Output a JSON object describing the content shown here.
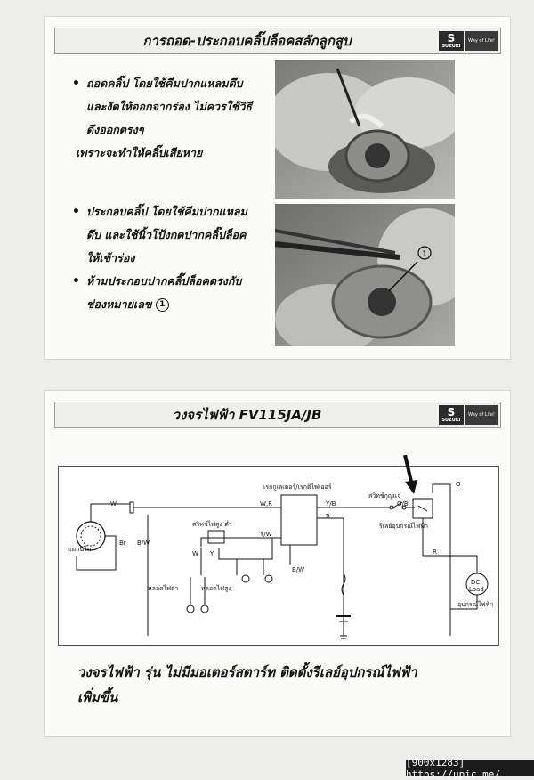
{
  "slide_top": {
    "title": "การถอด-ประกอบคลิ๊ปล็อคสลักลูกสูบ",
    "brand": "SUZUKI",
    "tagline": "Way of Life!",
    "bullets": [
      {
        "lines": [
          "ถอดคลิ๊ป โดยใช้คีมปากแหลมดึบ",
          "และงัดให้ออกจากร่อง ไม่ควรใช้วิธี",
          "ดึงออกตรงๆ",
          "เพราะจะทำให้คลิ๊ปเสียหาย"
        ]
      },
      {
        "lines": [
          "ประกอบคลิ๊ป โดยใช้คีมปากแหลม",
          "ดึบ และใช้นิ้วโป้งกดปากคลิ๊ปล็อค",
          "ให้เข้าร่อง"
        ]
      },
      {
        "lines": [
          "ห้ามประกอบปากคลิ๊ปล็อคตรงกับ",
          "ช่องหมายเลข"
        ]
      }
    ],
    "marker": "1"
  },
  "slide_bottom": {
    "title": "วงจรไฟฟ้า FV115JA/JB",
    "brand": "SUZUKI",
    "tagline": "Way of Life!",
    "diagram": {
      "magneto": "แมกนีโต",
      "regulator": "เรกกูเลเตอร์/เรกติไฟเออร์",
      "brake_switch": "สวิทช์ไฟสูง-ต่ำ",
      "main_switch": "สวิทช์กุญแจ",
      "relay": "รีเลย์อุปกรณ์ไฟฟ้า",
      "load_device": "อุปกรณ์ไฟฟ้า",
      "lamp_low": "หลอดไฟต่ำ",
      "lamp_high": "หลอดไฟสูง",
      "dc_load_1": "DC",
      "dc_load_2": "Load",
      "wires": {
        "w": "W",
        "br": "Br",
        "bw": "B/W",
        "wr": "W,R",
        "yw": "Y/W",
        "yb": "Y/B",
        "r": "R",
        "ob": "O/B",
        "o": "O",
        "r2": "R",
        "bw2": "B/W",
        "w2": "W",
        "y": "Y"
      }
    },
    "caption_1": "วงจรไฟฟ้า รุ่น ไม่มีมอเตอร์สตาร์ท ติดตั้งรีเลย์อุปกรณ์ไฟฟ้า",
    "caption_2": "เพิ่มขึ้น"
  },
  "watermark": "[900x1283] https://upic.me/"
}
